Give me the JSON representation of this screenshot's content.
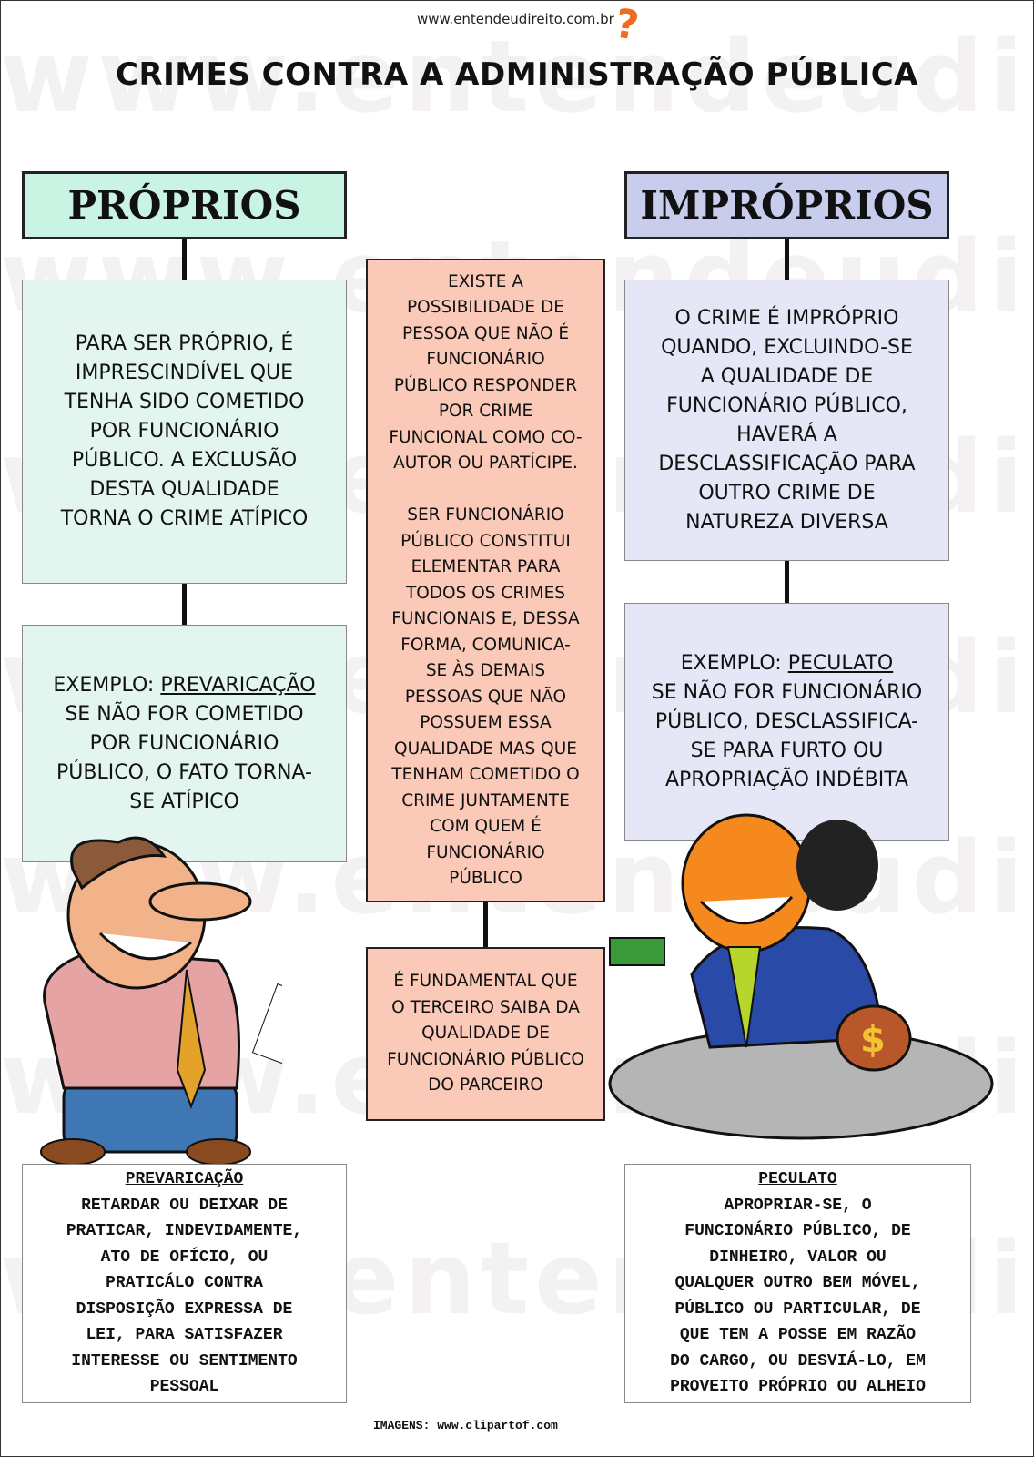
{
  "header": {
    "site": "www.entendeudireito.com.br",
    "title": "CRIMES CONTRA A ADMINISTRAÇÃO PÚBLICA"
  },
  "colors": {
    "proprios_header": "#c9f4e4",
    "proprios_box": "#e3f5ef",
    "middle": "#fac9b8",
    "improprios_header": "#c8cced",
    "improprios_box": "#e5e7f6",
    "accent": "#f06a1f"
  },
  "proprios": {
    "heading": "PRÓPRIOS",
    "definition": "PARA SER PRÓPRIO, É\nIMPRESCINDÍVEL QUE\nTENHA SIDO COMETIDO\nPOR FUNCIONÁRIO\nPÚBLICO. A EXCLUSÃO\nDESTA QUALIDADE\nTORNA O CRIME ATÍPICO",
    "example_label": "EXEMPLO:",
    "example_crime": "PREVARICAÇÃO",
    "example_text": "SE NÃO FOR COMETIDO\nPOR FUNCIONÁRIO\nPÚBLICO, O FATO TORNA-\nSE ATÍPICO"
  },
  "middle": {
    "main": "EXISTE A\nPOSSIBILIDADE DE\nPESSOA QUE NÃO É\nFUNCIONÁRIO\nPÚBLICO RESPONDER\nPOR CRIME\nFUNCIONAL COMO CO-\nAUTOR OU PARTÍCIPE.\n\nSER FUNCIONÁRIO\nPÚBLICO CONSTITUI\nELEMENTAR PARA\nTODOS OS CRIMES\nFUNCIONAIS E, DESSA\nFORMA, COMUNICA-\nSE ÀS DEMAIS\nPESSOAS QUE NÃO\nPOSSUEM ESSA\nQUALIDADE MAS QUE\nTENHAM COMETIDO O\nCRIME JUNTAMENTE\nCOM QUEM É\nFUNCIONÁRIO\nPÚBLICO",
    "note": "É FUNDAMENTAL QUE\nO TERCEIRO SAIBA DA\nQUALIDADE DE\nFUNCIONÁRIO PÚBLICO\nDO PARCEIRO"
  },
  "improprios": {
    "heading": "IMPRÓPRIOS",
    "definition": "O CRIME É IMPRÓPRIO\nQUANDO, EXCLUINDO-SE\nA QUALIDADE DE\nFUNCIONÁRIO PÚBLICO,\nHAVERÁ A\nDESCLASSIFICAÇÃO PARA\nOUTRO CRIME DE\nNATUREZA DIVERSA",
    "example_label": "EXEMPLO:",
    "example_crime": "PECULATO",
    "example_text": "SE NÃO FOR FUNCIONÁRIO\nPÚBLICO, DESCLASSIFICA-\nSE PARA FURTO OU\nAPROPRIAÇÃO INDÉBITA"
  },
  "definitions": {
    "prevaricacao_title": "PREVARICAÇÃO",
    "prevaricacao_text": "RETARDAR OU DEIXAR DE\nPRATICAR, INDEVIDAMENTE,\nATO DE OFÍCIO, OU\nPRATICÁLO CONTRA\nDISPOSIÇÃO EXPRESSA DE\nLEI, PARA SATISFAZER\nINTERESSE OU SENTIMENTO\nPESSOAL",
    "peculato_title": "PECULATO",
    "peculato_text": "APROPRIAR-SE, O\nFUNCIONÁRIO PÚBLICO, DE\nDINHEIRO, VALOR OU\nQUALQUER OUTRO BEM MÓVEL,\nPÚBLICO OU PARTICULAR, DE\nQUE TEM A POSSE EM RAZÃO\nDO CARGO, OU DESVIÁ-LO, EM\nPROVEITO PRÓPRIO OU ALHEIO"
  },
  "credits": "IMAGENS: www.clipartof.com"
}
